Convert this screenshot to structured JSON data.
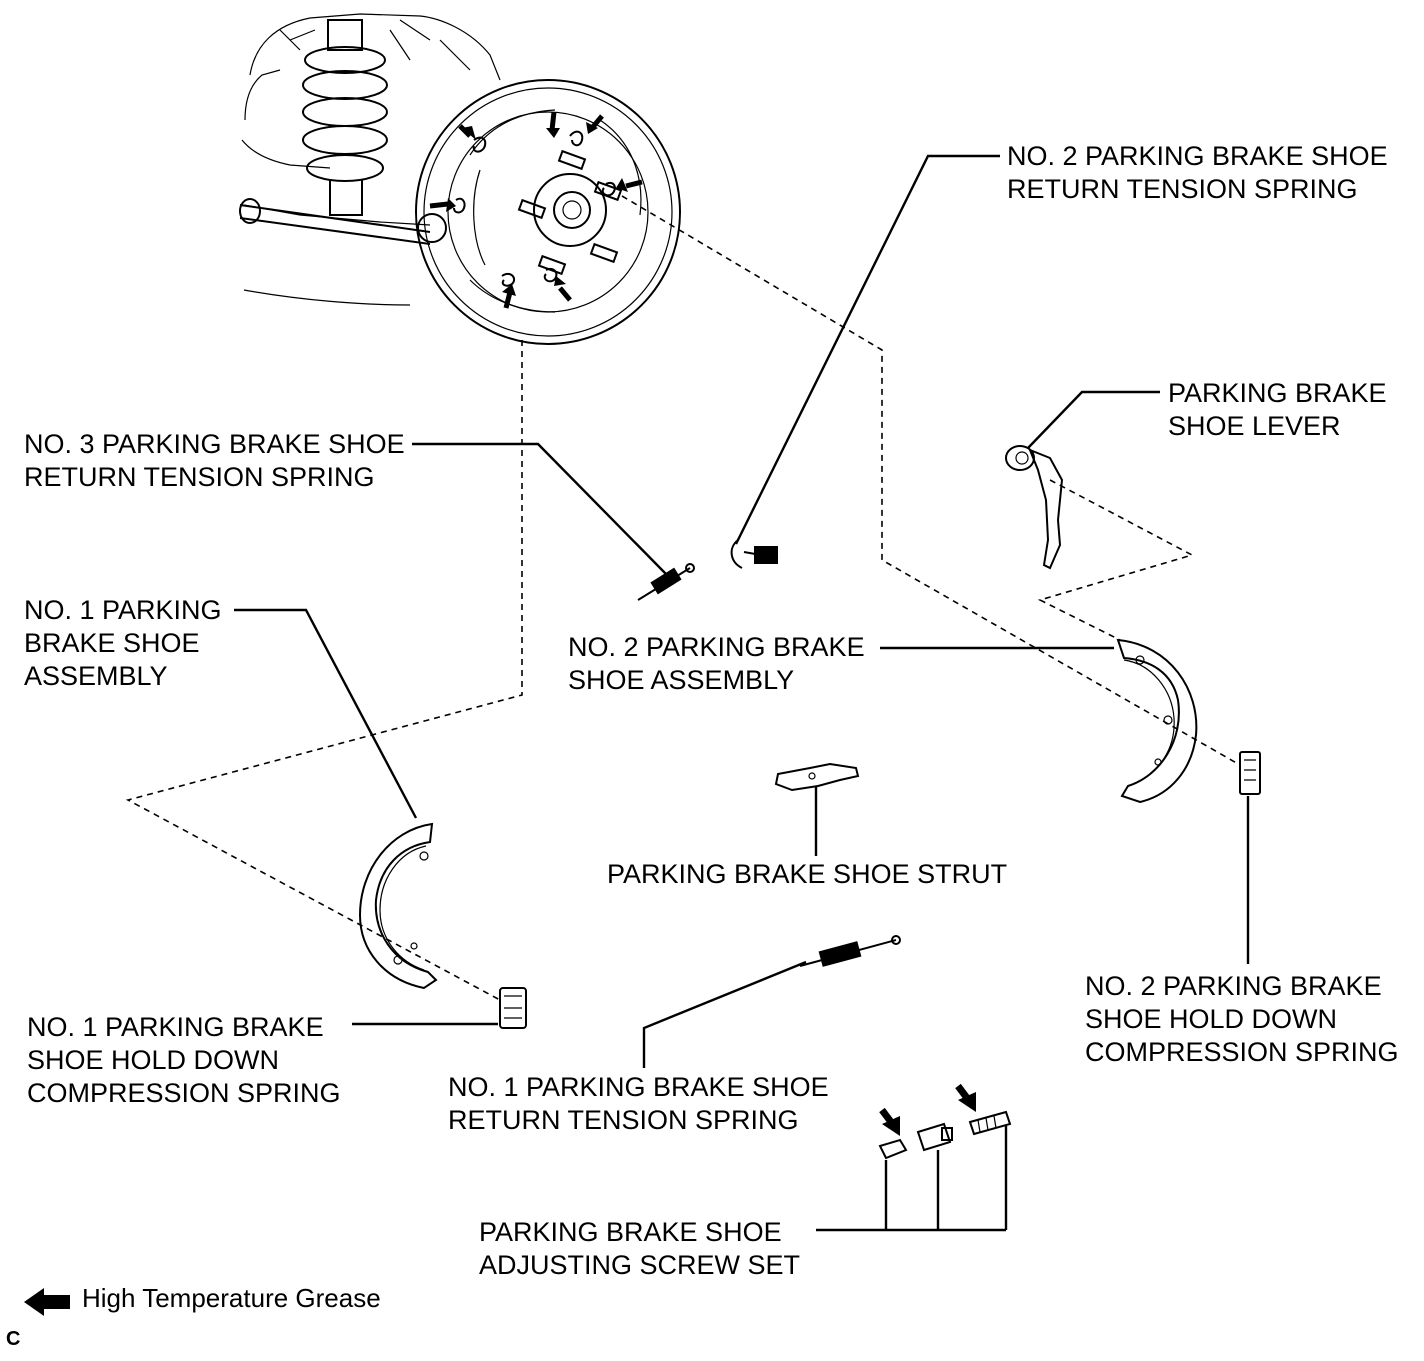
{
  "labels": {
    "no2_return_spring": [
      "NO. 2 PARKING BRAKE SHOE",
      "RETURN TENSION SPRING"
    ],
    "shoe_lever": [
      "PARKING BRAKE",
      "SHOE LEVER"
    ],
    "no3_return_spring": [
      "NO. 3 PARKING BRAKE SHOE",
      "RETURN TENSION SPRING"
    ],
    "no1_shoe_assembly": [
      "NO. 1 PARKING",
      "BRAKE SHOE",
      "ASSEMBLY"
    ],
    "no2_shoe_assembly": [
      "NO. 2 PARKING BRAKE",
      "SHOE ASSEMBLY"
    ],
    "shoe_strut": [
      "PARKING BRAKE SHOE STRUT"
    ],
    "no2_hold_down": [
      "NO. 2 PARKING BRAKE",
      "SHOE HOLD DOWN",
      "COMPRESSION SPRING"
    ],
    "no1_hold_down": [
      "NO. 1 PARKING BRAKE",
      "SHOE HOLD DOWN",
      "COMPRESSION SPRING"
    ],
    "no1_return_spring": [
      "NO. 1 PARKING BRAKE SHOE",
      "RETURN TENSION SPRING"
    ],
    "adjusting_screw": [
      "PARKING BRAKE SHOE",
      "ADJUSTING SCREW SET"
    ]
  },
  "legend": {
    "icon": "grease-arrow-icon",
    "text": "High Temperature Grease"
  },
  "figure_code": "C",
  "colors": {
    "ink": "#000000",
    "background": "#ffffff"
  }
}
